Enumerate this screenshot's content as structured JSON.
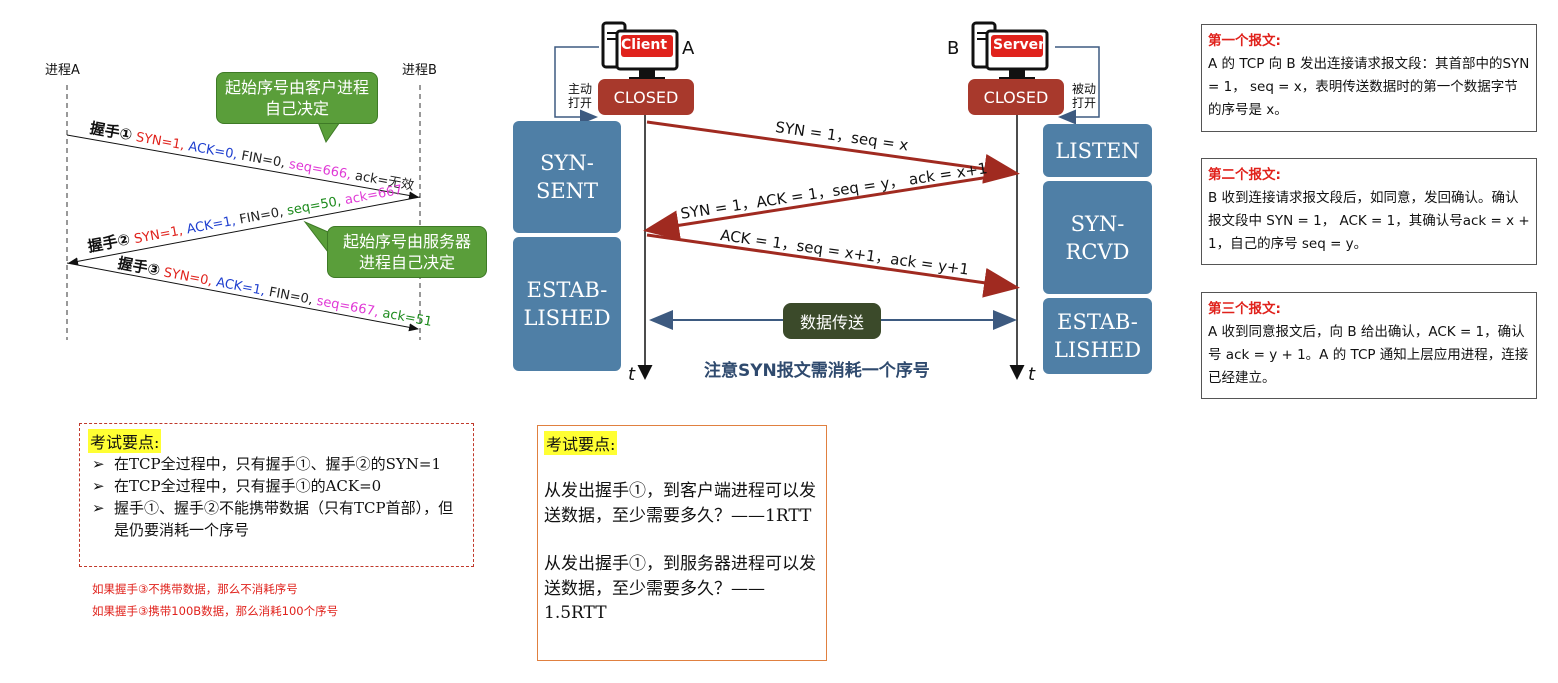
{
  "left_diagram": {
    "process_a": "进程A",
    "process_b": "进程B",
    "bubble_client": "起始序号由客户进程自己决定",
    "bubble_server": "起始序号由服务器进程自己决定",
    "hs1": {
      "title": "握手①",
      "syn": "SYN=1,",
      "ack": "ACK=0,",
      "fin": "FIN=0,",
      "seq": "seq=666,",
      "ackno": "ack=无效"
    },
    "hs2": {
      "title": "握手②",
      "syn": "SYN=1,",
      "ack": "ACK=1,",
      "fin": "FIN=0,",
      "seq": "seq=50,",
      "ackno": "ack=667"
    },
    "hs3": {
      "title": "握手③",
      "syn": "SYN=0,",
      "ack": "ACK=1,",
      "fin": "FIN=0,",
      "seq": "seq=667,",
      "ackno": "ack=51"
    }
  },
  "middle_diagram": {
    "client_label": "Client",
    "server_label": "Server",
    "a_label": "A",
    "b_label": "B",
    "closed": "CLOSED",
    "active_open": "主动打开",
    "passive_open": "被动打开",
    "syn_sent": "SYN-SENT",
    "established": "ESTAB-LISHED",
    "listen": "LISTEN",
    "syn_rcvd": "SYN-RCVD",
    "msg1": "SYN = 1，seq = x",
    "msg2": "SYN = 1，ACK = 1，seq = y， ack = x+1",
    "msg3": "ACK = 1，seq = x+1，ack = y+1",
    "data_transfer": "数据传送",
    "time_label": "t",
    "note": "注意SYN报文需消耗一个序号",
    "colors": {
      "state_blue": "#4f7fa6",
      "closed_red": "#a8392c",
      "arrow_red": "#a02a20",
      "data_dark": "#3b4a2a"
    }
  },
  "info_boxes": [
    {
      "title": "第一个报文:",
      "body": "A 的 TCP 向 B 发出连接请求报文段：其首部中的SYN = 1， seq = x，表明传送数据时的第一个数据字节的序号是 x。"
    },
    {
      "title": "第二个报文:",
      "body": "B 收到连接请求报文段后，如同意，发回确认。确认报文段中 SYN = 1， ACK = 1，其确认号ack = x + 1，自己的序号 seq = y。"
    },
    {
      "title": "第三个报文:",
      "body": "A 收到同意报文后，向 B 给出确认，ACK = 1，确认号 ack = y + 1。A 的 TCP 通知上层应用进程，连接已经建立。"
    }
  ],
  "exam_left": {
    "title": "考试要点:",
    "bullets": [
      "在TCP全过程中，只有握手①、握手②的SYN=1",
      "在TCP全过程中，只有握手①的ACK=0",
      "握手①、握手②不能携带数据（只有TCP首部），但是仍要消耗一个序号"
    ],
    "notes": [
      "如果握手③不携带数据，那么不消耗序号",
      "如果握手③携带100B数据，那么消耗100个序号"
    ]
  },
  "exam_right": {
    "title": "考试要点:",
    "q1": "从发出握手①，到客户端进程可以发送数据，至少需要多久？——1RTT",
    "q2": "从发出握手①，到服务器进程可以发送数据，至少需要多久？——1.5RTT"
  }
}
